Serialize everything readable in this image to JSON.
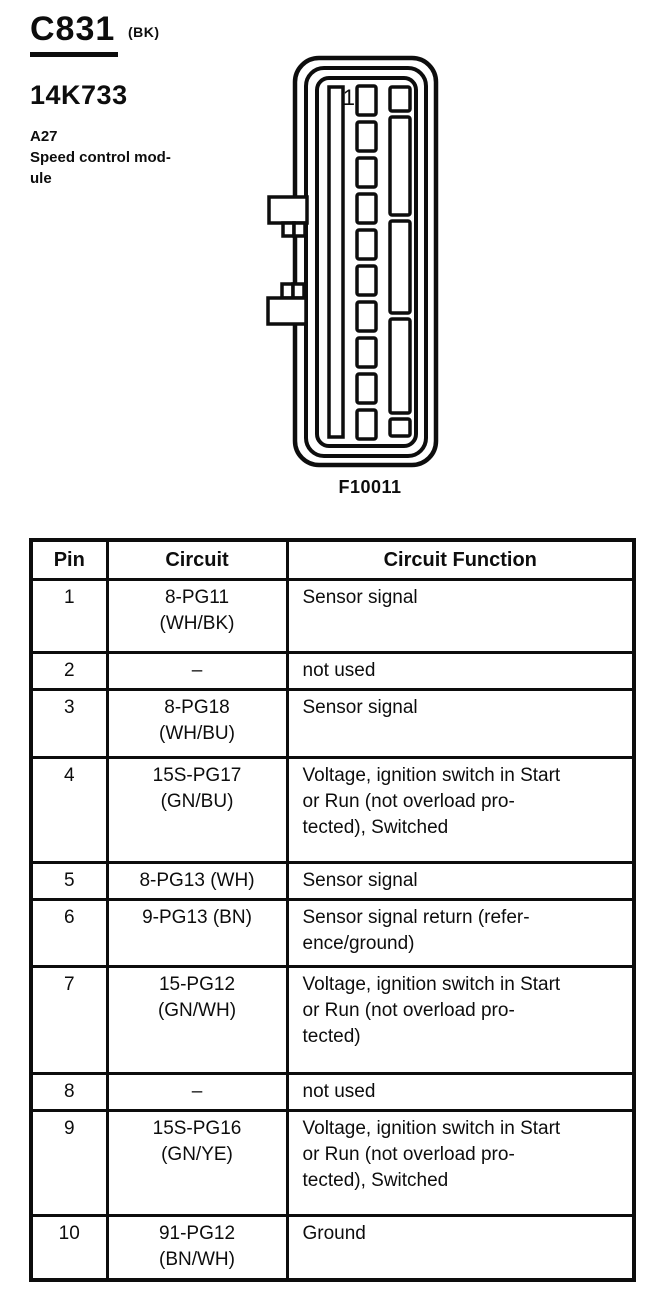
{
  "header": {
    "connector_id": "C831",
    "connector_color": "(BK)",
    "part_number": "14K733",
    "component_id": "A27",
    "component_name": "Speed control mod-\nule"
  },
  "figure": {
    "pin1_label": "1",
    "figure_code": "F10011"
  },
  "pin_table": {
    "columns": [
      "Pin",
      "Circuit",
      "Circuit Function"
    ],
    "rows": [
      {
        "pin": "1",
        "circuit": "8-PG11\n(WH/BK)",
        "function": "Sensor signal"
      },
      {
        "pin": "2",
        "circuit": "–",
        "function": "not used"
      },
      {
        "pin": "3",
        "circuit": "8-PG18\n(WH/BU)",
        "function": "Sensor signal"
      },
      {
        "pin": "4",
        "circuit": "15S-PG17\n(GN/BU)",
        "function": "Voltage, ignition switch in Start\nor Run (not overload pro-\ntected), Switched"
      },
      {
        "pin": "5",
        "circuit": "8-PG13 (WH)",
        "function": "Sensor signal"
      },
      {
        "pin": "6",
        "circuit": "9-PG13 (BN)",
        "function": "Sensor signal return (refer-\nence/ground)"
      },
      {
        "pin": "7",
        "circuit": "15-PG12\n(GN/WH)",
        "function": "Voltage, ignition switch in Start\nor Run (not overload pro-\ntected)"
      },
      {
        "pin": "8",
        "circuit": "–",
        "function": "not used"
      },
      {
        "pin": "9",
        "circuit": "15S-PG16\n(GN/YE)",
        "function": "Voltage, ignition switch in Start\nor Run (not overload pro-\ntected), Switched"
      },
      {
        "pin": "10",
        "circuit": "91-PG12\n(BN/WH)",
        "function": "Ground"
      }
    ]
  },
  "ink_color": "#0d0d0d"
}
